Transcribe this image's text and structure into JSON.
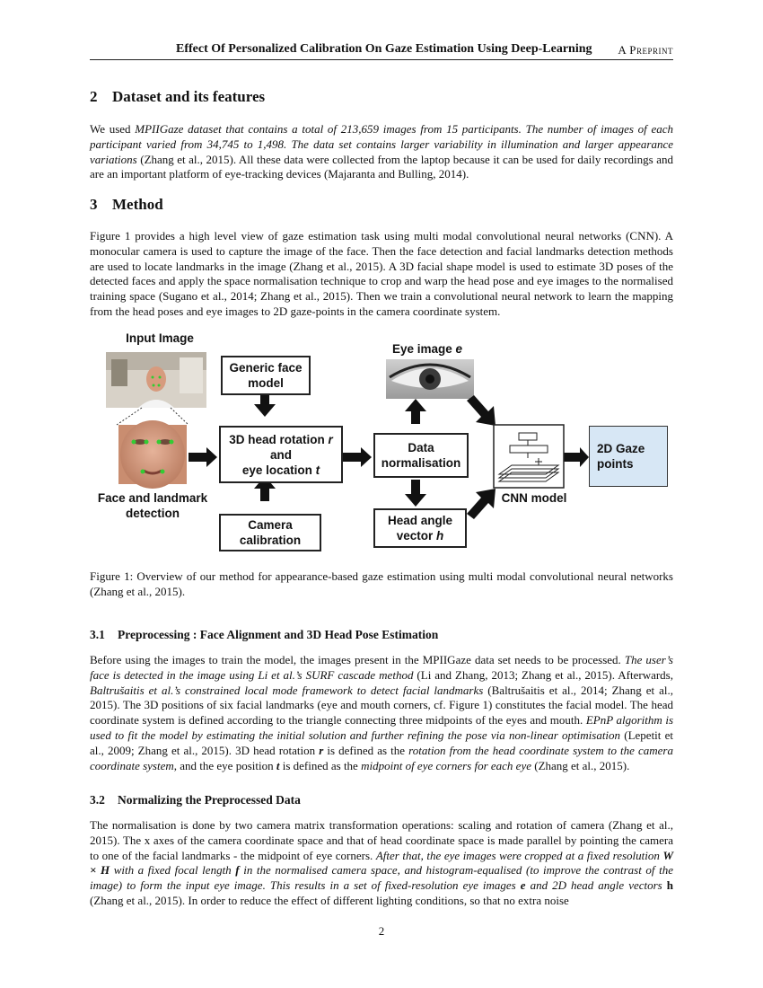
{
  "header": {
    "title": "Effect Of Personalized Calibration On Gaze Estimation Using Deep-Learning",
    "preprint": "A Preprint"
  },
  "section2": {
    "number": "2",
    "title": "Dataset and its features",
    "p1_a": "We used ",
    "p1_b_italic": "MPIIGaze dataset that contains a total of 213,659 images from 15 participants. The number of images of each participant varied from 34,745 to 1,498. The data set contains larger variability in illumination and larger appearance variations",
    "p1_c": " (Zhang et al., 2015). All these data were collected from the laptop because it can be used for daily recordings and are an important platform of eye-tracking devices (Majaranta and Bulling, 2014)."
  },
  "section3": {
    "number": "3",
    "title": "Method",
    "p1": "Figure 1 provides a high level view of gaze estimation task using multi modal convolutional neural networks (CNN). A monocular camera is used to capture the image of the face. Then the face detection and facial landmarks detection methods are used to locate landmarks in the image (Zhang et al., 2015). A 3D facial shape model is used to estimate 3D poses of the detected faces and apply the space normalisation technique to crop and warp the head pose and eye images to the normalised training space (Sugano et al., 2014; Zhang et al., 2015). Then we train a convolutional neural network to learn the mapping from the head poses and eye images to 2D gaze-points in the camera coordinate system."
  },
  "figure": {
    "input_image_label": "Input Image",
    "generic_face_model": "Generic face model",
    "eye_image_label": "Eye image",
    "eye_image_var": "e",
    "head_rotation_a": "3D head rotation",
    "head_rotation_r": "r",
    "head_rotation_and": "and",
    "eye_location_a": "eye location",
    "eye_location_t": "t",
    "data_normalisation": "Data normalisation",
    "gaze_points": "2D Gaze points",
    "face_landmark_label": "Face and landmark detection",
    "camera_calibration": "Camera calibration",
    "head_angle_a": "Head angle vector",
    "head_angle_h": "h",
    "cnn_model": "CNN model",
    "caption": "Figure 1: Overview of our method for appearance-based gaze estimation using multi modal convolutional neural networks (Zhang et al., 2015)."
  },
  "subsection31": {
    "number": "3.1",
    "title": "Preprocessing : Face Alignment and 3D Head Pose Estimation",
    "t1": "Before using the images to train the model, the images present in the MPIIGaze data set needs to be processed. ",
    "t2i": "The user’s face is detected in the image using Li et al.’s SURF cascade method",
    "t3": " (Li and Zhang, 2013; Zhang et al., 2015). Afterwards, ",
    "t4i": "Baltrušaitis et al.’s constrained local mode framework to detect facial landmarks",
    "t5": " (Baltrušaitis et al., 2014; Zhang et al., 2015). The 3D positions of six facial landmarks (eye and mouth corners, cf. Figure 1) constitutes the facial model. The head coordinate system is defined according to the triangle connecting three midpoints of the eyes and mouth. ",
    "t6i": "EPnP algorithm is used to fit the model by estimating the initial solution and further refining the pose via non-linear optimisation",
    "t7": " (Lepetit et al., 2009; Zhang et al., 2015). 3D head rotation ",
    "t8b": "r",
    "t9": " is defined as the ",
    "t10i": "rotation from the head coordinate system to the camera coordinate system",
    "t11": ", and the eye position ",
    "t12b": "t",
    "t13": " is defined as the ",
    "t14i": "midpoint of eye corners for each eye",
    "t15": " (Zhang et al., 2015)."
  },
  "subsection32": {
    "number": "3.2",
    "title": "Normalizing the Preprocessed Data",
    "t1": "The normalisation is done by two camera matrix transformation operations: scaling and rotation of camera (Zhang et al., 2015). The x axes of the camera coordinate space and that of head coordinate space is made parallel by pointing the camera to one of the facial landmarks - the midpoint of eye corners. ",
    "t2i": "After that, the eye images were cropped at a fixed resolution ",
    "t3bi": "W × H",
    "t4i": " with a fixed focal length ",
    "t5bi": "f",
    "t6i": " in the normalised camera space, and histogram-equalised (to improve the contrast of the image) to form the input eye image. This results in a set of fixed-resolution eye images ",
    "t7bi": "e",
    "t8i": " and 2D head angle vectors ",
    "t9b": "h",
    "t10": " (Zhang et al., 2015). In order to reduce the effect of different lighting conditions, so that no extra noise"
  },
  "page_number": "2"
}
